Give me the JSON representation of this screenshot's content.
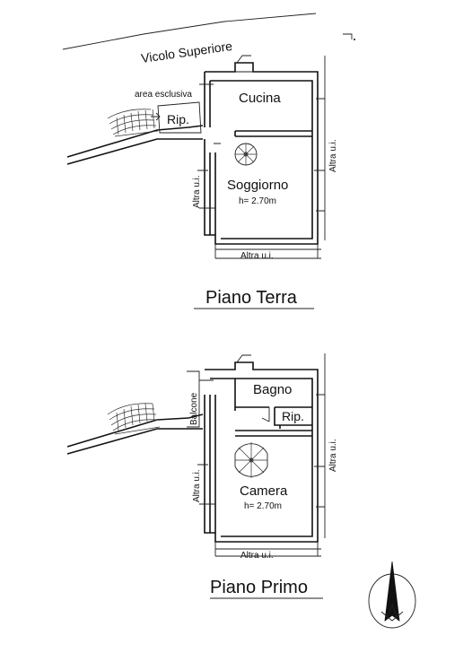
{
  "ground_floor": {
    "street": "Vicolo Superiore",
    "area_exclusive": "area esclusiva",
    "storage": "Rip.",
    "kitchen": "Cucina",
    "living": "Soggiorno",
    "living_height": "h= 2.70m",
    "other_unit_left": "Altra u.i.",
    "other_unit_right": "Altra u.i.",
    "other_unit_bottom": "Altra u.i.",
    "title": "Piano Terra"
  },
  "first_floor": {
    "balcony": "Balcone",
    "bathroom": "Bagno",
    "storage": "Rip.",
    "bedroom": "Camera",
    "bedroom_height": "h= 2.70m",
    "other_unit_left": "Altra u.i.",
    "other_unit_right": "Altra u.i.",
    "other_unit_bottom": "Altra u.i.",
    "title": "Piano Primo"
  }
}
